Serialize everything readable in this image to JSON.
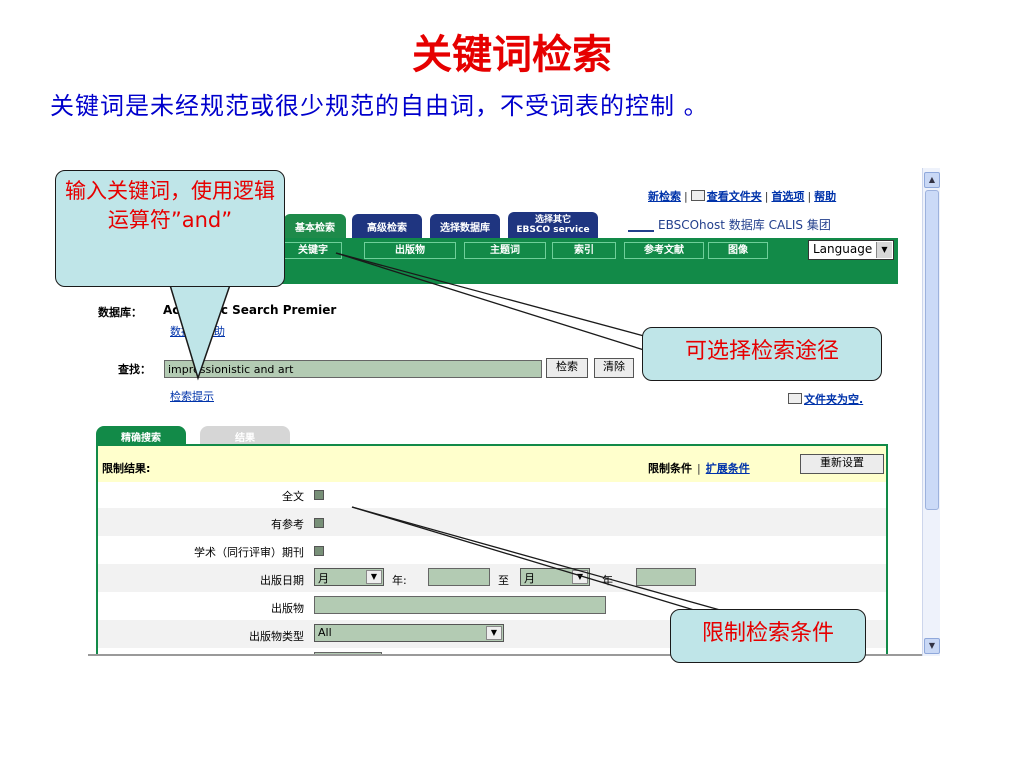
{
  "slide": {
    "title": "关键词检索",
    "subtitle": "关键词是未经规范或很少规范的自由词，不受词表的控制 。"
  },
  "toplinks": {
    "new_search": "新检索",
    "view_folder": "查看文件夹",
    "preferences": "首选项",
    "help": "帮助"
  },
  "tabs": {
    "basic": "基本检索",
    "advanced": "高级检索",
    "choose_db": "选择数据库",
    "other_line1": "选择其它",
    "other_line2": "EBSCO service"
  },
  "brand": {
    "text": "EBSCOhost 数据库 CALIS 集团"
  },
  "subtabs": {
    "keyword": "关键字",
    "publications": "出版物",
    "subject": "主题词",
    "index": "索引",
    "references": "参考文献",
    "images": "图像"
  },
  "language": {
    "value": "Language"
  },
  "database": {
    "label": "数据库：",
    "name": "Academic Search Premier",
    "link": "数据库帮助"
  },
  "search": {
    "label": "查找：",
    "value": "impressionistic and art",
    "search_button": "检索",
    "clear_button": "清除",
    "tips_link": "检索提示",
    "folder_empty": "文件夹为空."
  },
  "lower_tabs": {
    "refine": "精确搜索",
    "results": "结果"
  },
  "limits": {
    "header": "限制结果:",
    "limiters_label": "限制条件",
    "expanders_link": "扩展条件",
    "reset_button": "重新设置",
    "fulltext": "全文",
    "references": "有参考",
    "scholarly": "学术（同行评审）期刊",
    "pub_date": "出版日期",
    "month_value": "月",
    "year_label": "年:",
    "to_label": "至",
    "month_value_2": "月",
    "year_label_2": "年",
    "publication": "出版物",
    "pub_type": "出版物类型",
    "pub_type_value": "All"
  },
  "callouts": {
    "left": "输入关键词，使用逻辑运算符”and”",
    "right_top": "可选择检索途径",
    "right_bottom": "限制检索条件"
  },
  "colors": {
    "title_red": "#e60000",
    "subtitle_blue": "#0000cc",
    "ebsco_green": "#128a48",
    "ebsco_navy": "#1f3580",
    "callout_fill": "#bfe5e8"
  },
  "icons": [
    "folder-icon",
    "dropdown-arrow-icon",
    "scroll-up-icon",
    "scroll-down-icon",
    "ebsco-logo-icon"
  ]
}
